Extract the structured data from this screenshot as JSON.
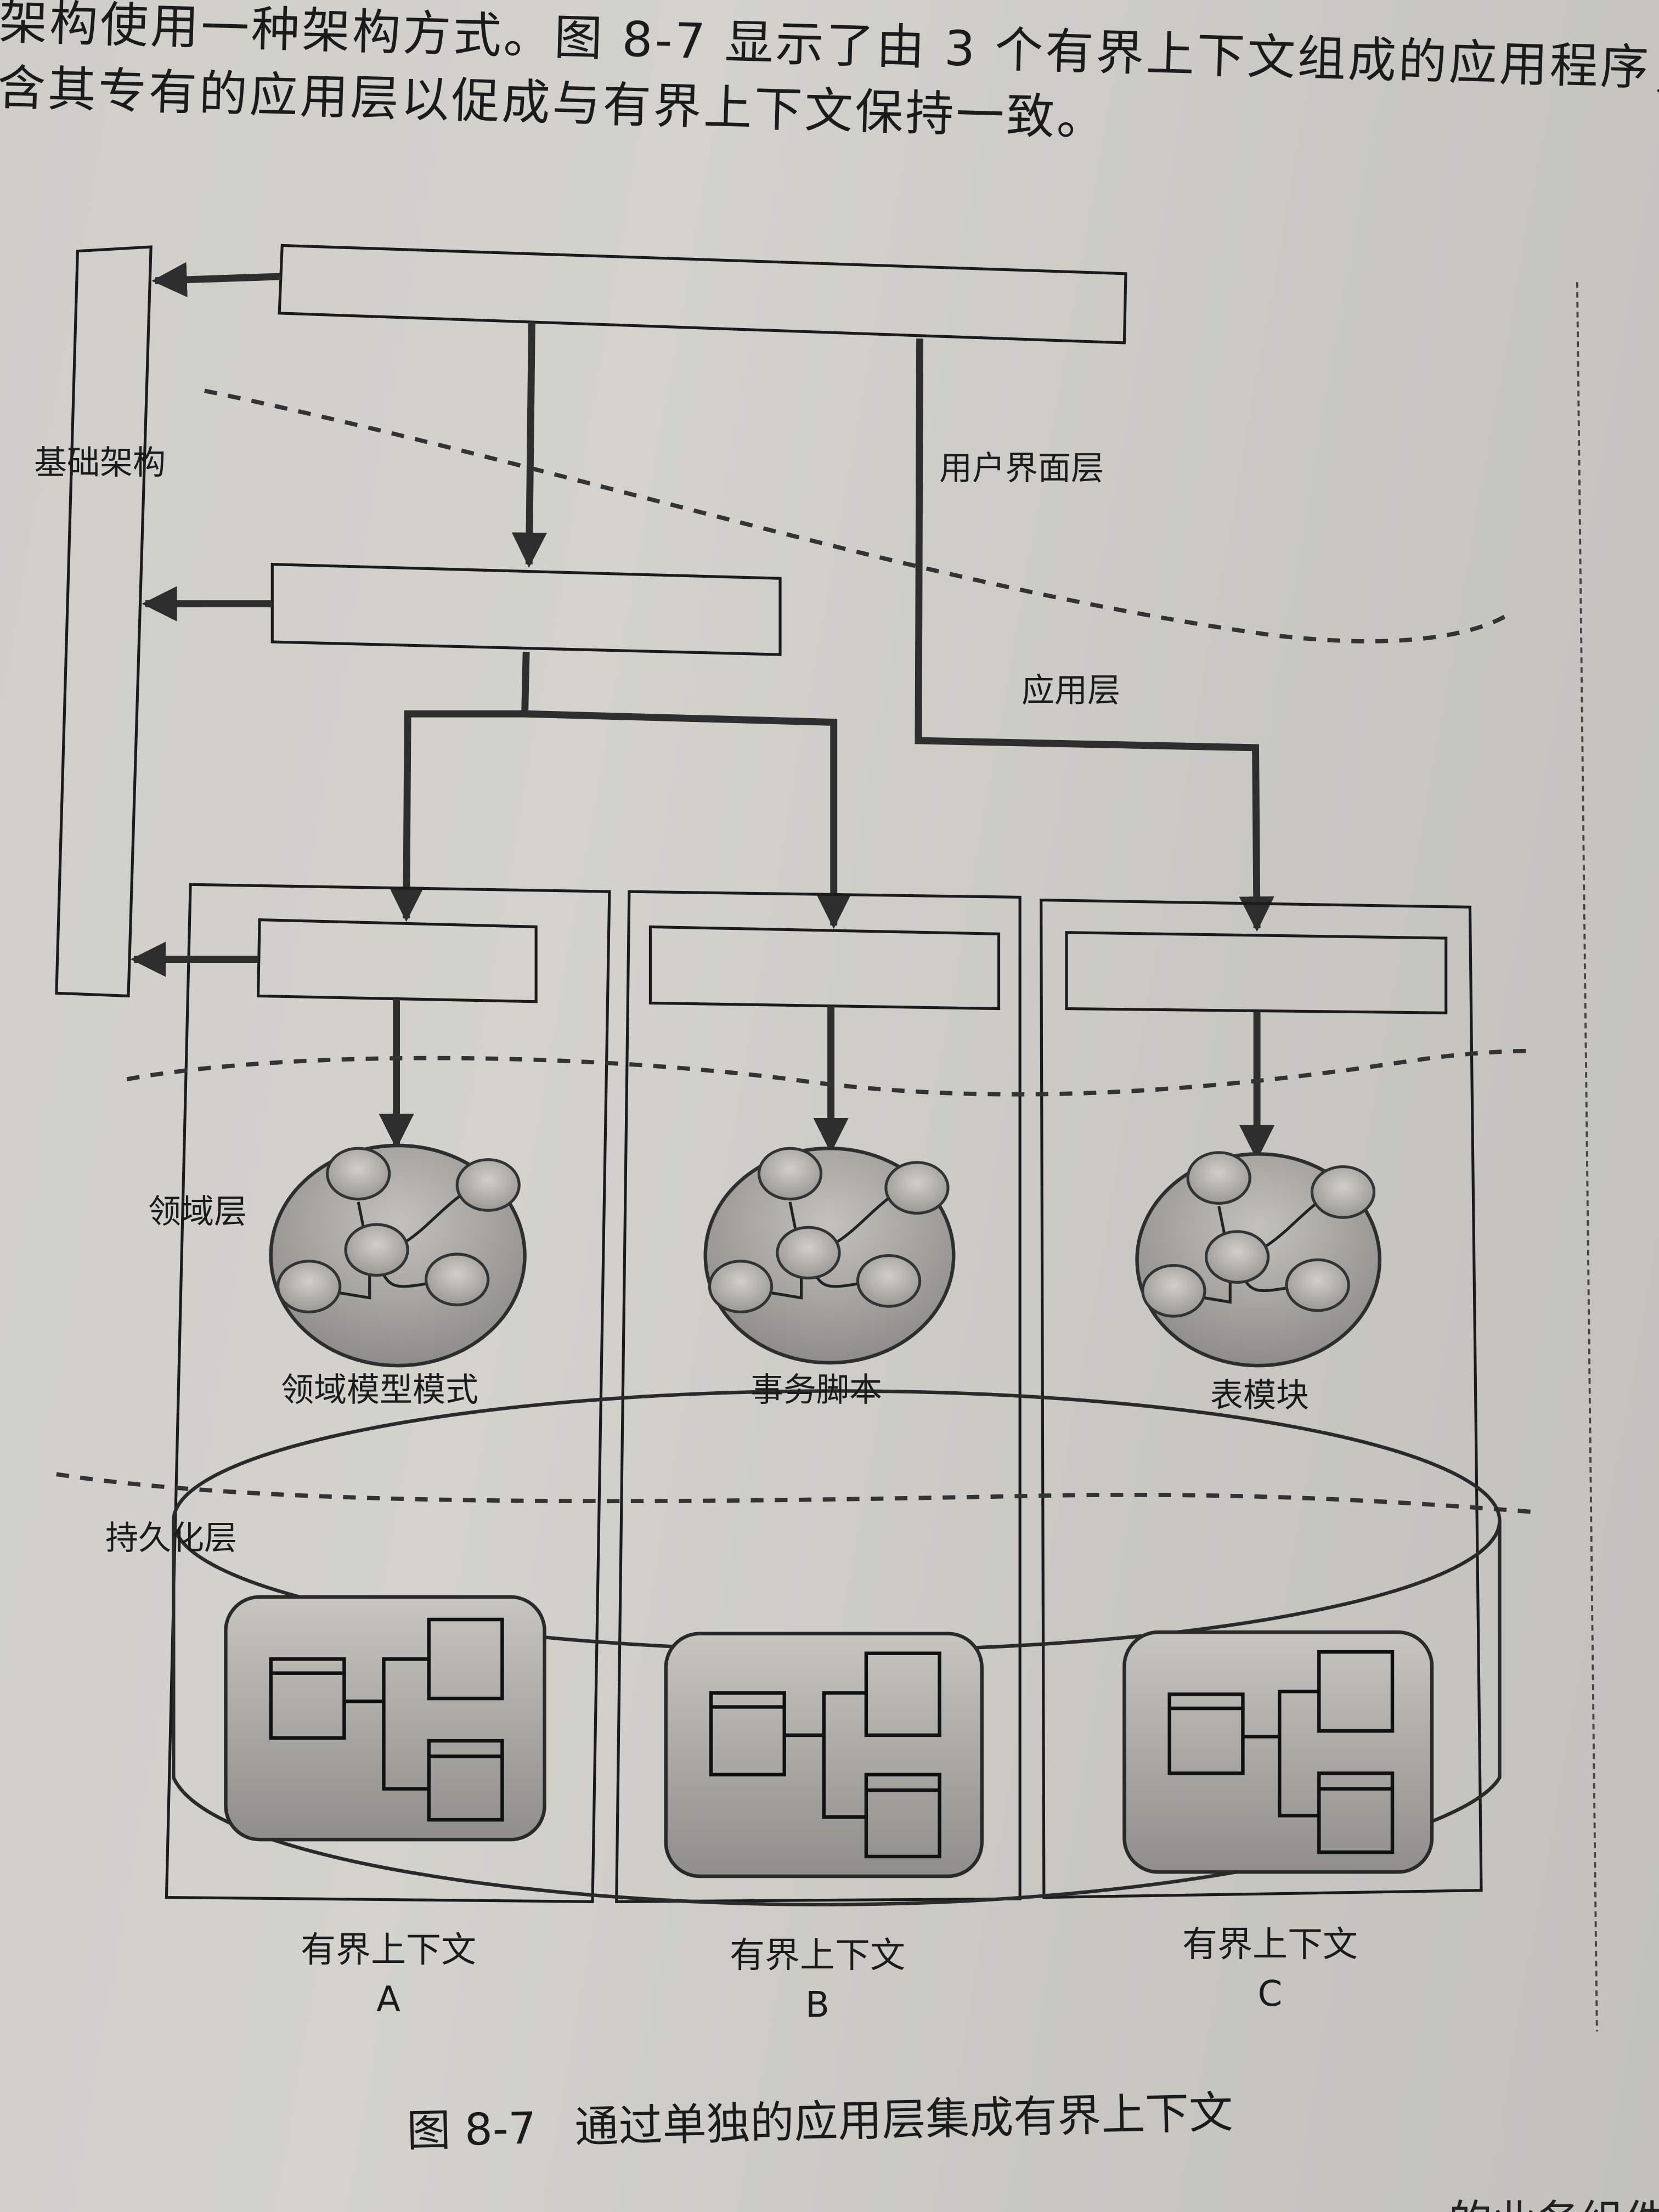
{
  "intro_text": {
    "line1": "架构使用一种架构方式。图 8-7 显示了由 3 个有界上下文组成的应用程序；此处",
    "line2": "含其专有的应用层以促成与有界上下文保持一致。"
  },
  "diagram": {
    "layers": {
      "infrastructure": "基础架构",
      "ui_layer": "用户界面层",
      "application_layer": "应用层",
      "domain_layer": "领域层",
      "persistence_layer": "持久化层"
    },
    "patterns": {
      "a": "领域模型模式",
      "b": "事务脚本",
      "c": "表模块"
    },
    "contexts": [
      {
        "name": "有界上下文",
        "letter": "A"
      },
      {
        "name": "有界上下文",
        "letter": "B"
      },
      {
        "name": "有界上下文",
        "letter": "C"
      }
    ]
  },
  "caption": {
    "number": "图 8-7",
    "title": "通过单独的应用层集成有界上下文"
  },
  "footer_partial": "的业务组件"
}
